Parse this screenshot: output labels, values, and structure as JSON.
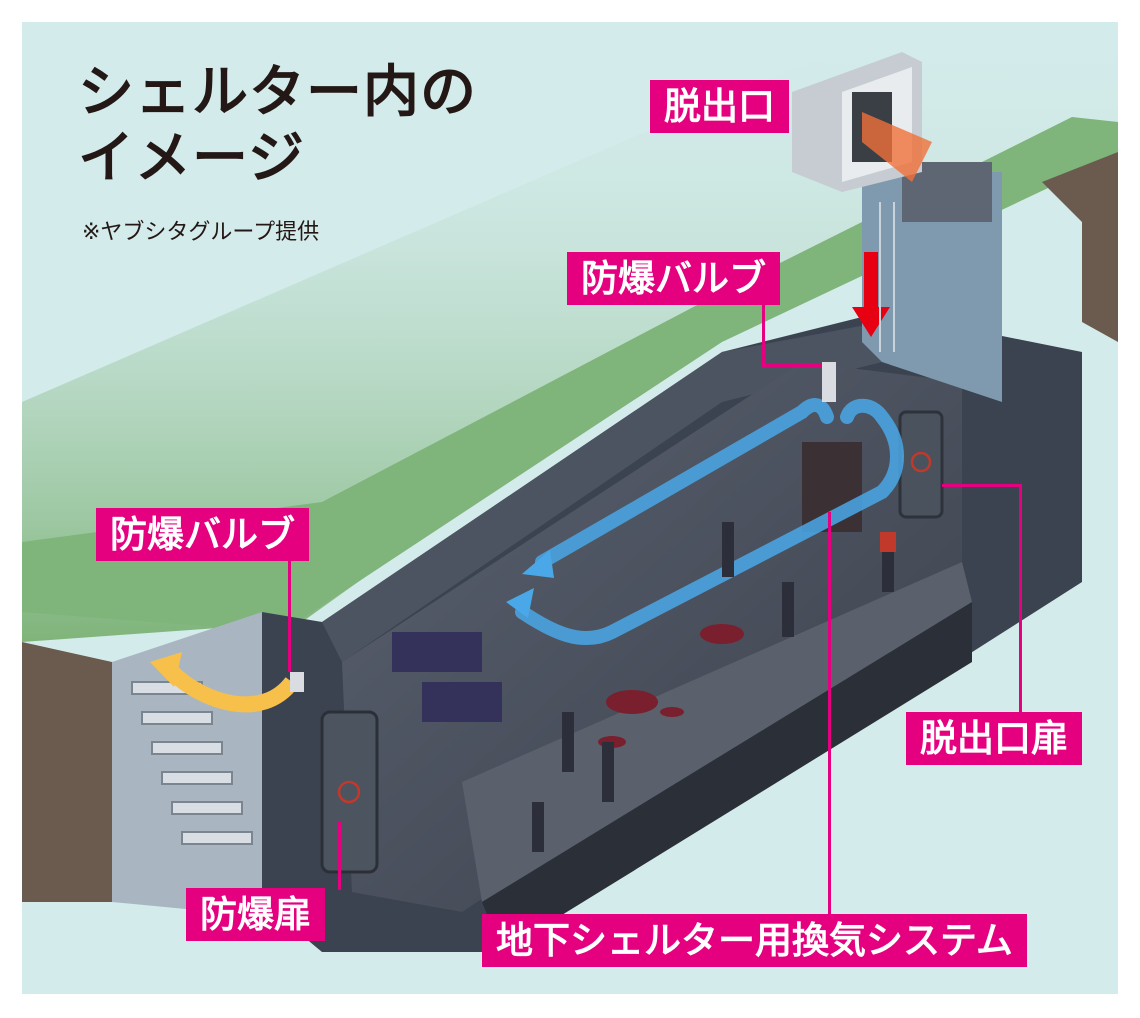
{
  "title": {
    "line1": "シェルター内の",
    "line2": "イメージ"
  },
  "credit": "※ヤブシタグループ提供",
  "labels": {
    "escape_exit": "脱出口",
    "blast_valve_top": "防爆バルブ",
    "blast_valve_left": "防爆バルブ",
    "escape_door": "脱出口扉",
    "blast_door": "防爆扉",
    "ventilation_system": "地下シェルター用換気システム"
  },
  "colors": {
    "background": "#d3ebea",
    "label_bg": "#e4007f",
    "label_text": "#ffffff",
    "ground": "#7fb47a",
    "soil": "#6b5a4e",
    "bunker": "#3c4350",
    "airflow": "#4aa8e8",
    "exhaust_flow": "#f7c04a",
    "escape_arrow": "#e60012"
  },
  "scene": {
    "airflow_direction": "intake from ventilation unit through shelter to blast valves",
    "escape_arrow_direction": "down from escape exit"
  }
}
